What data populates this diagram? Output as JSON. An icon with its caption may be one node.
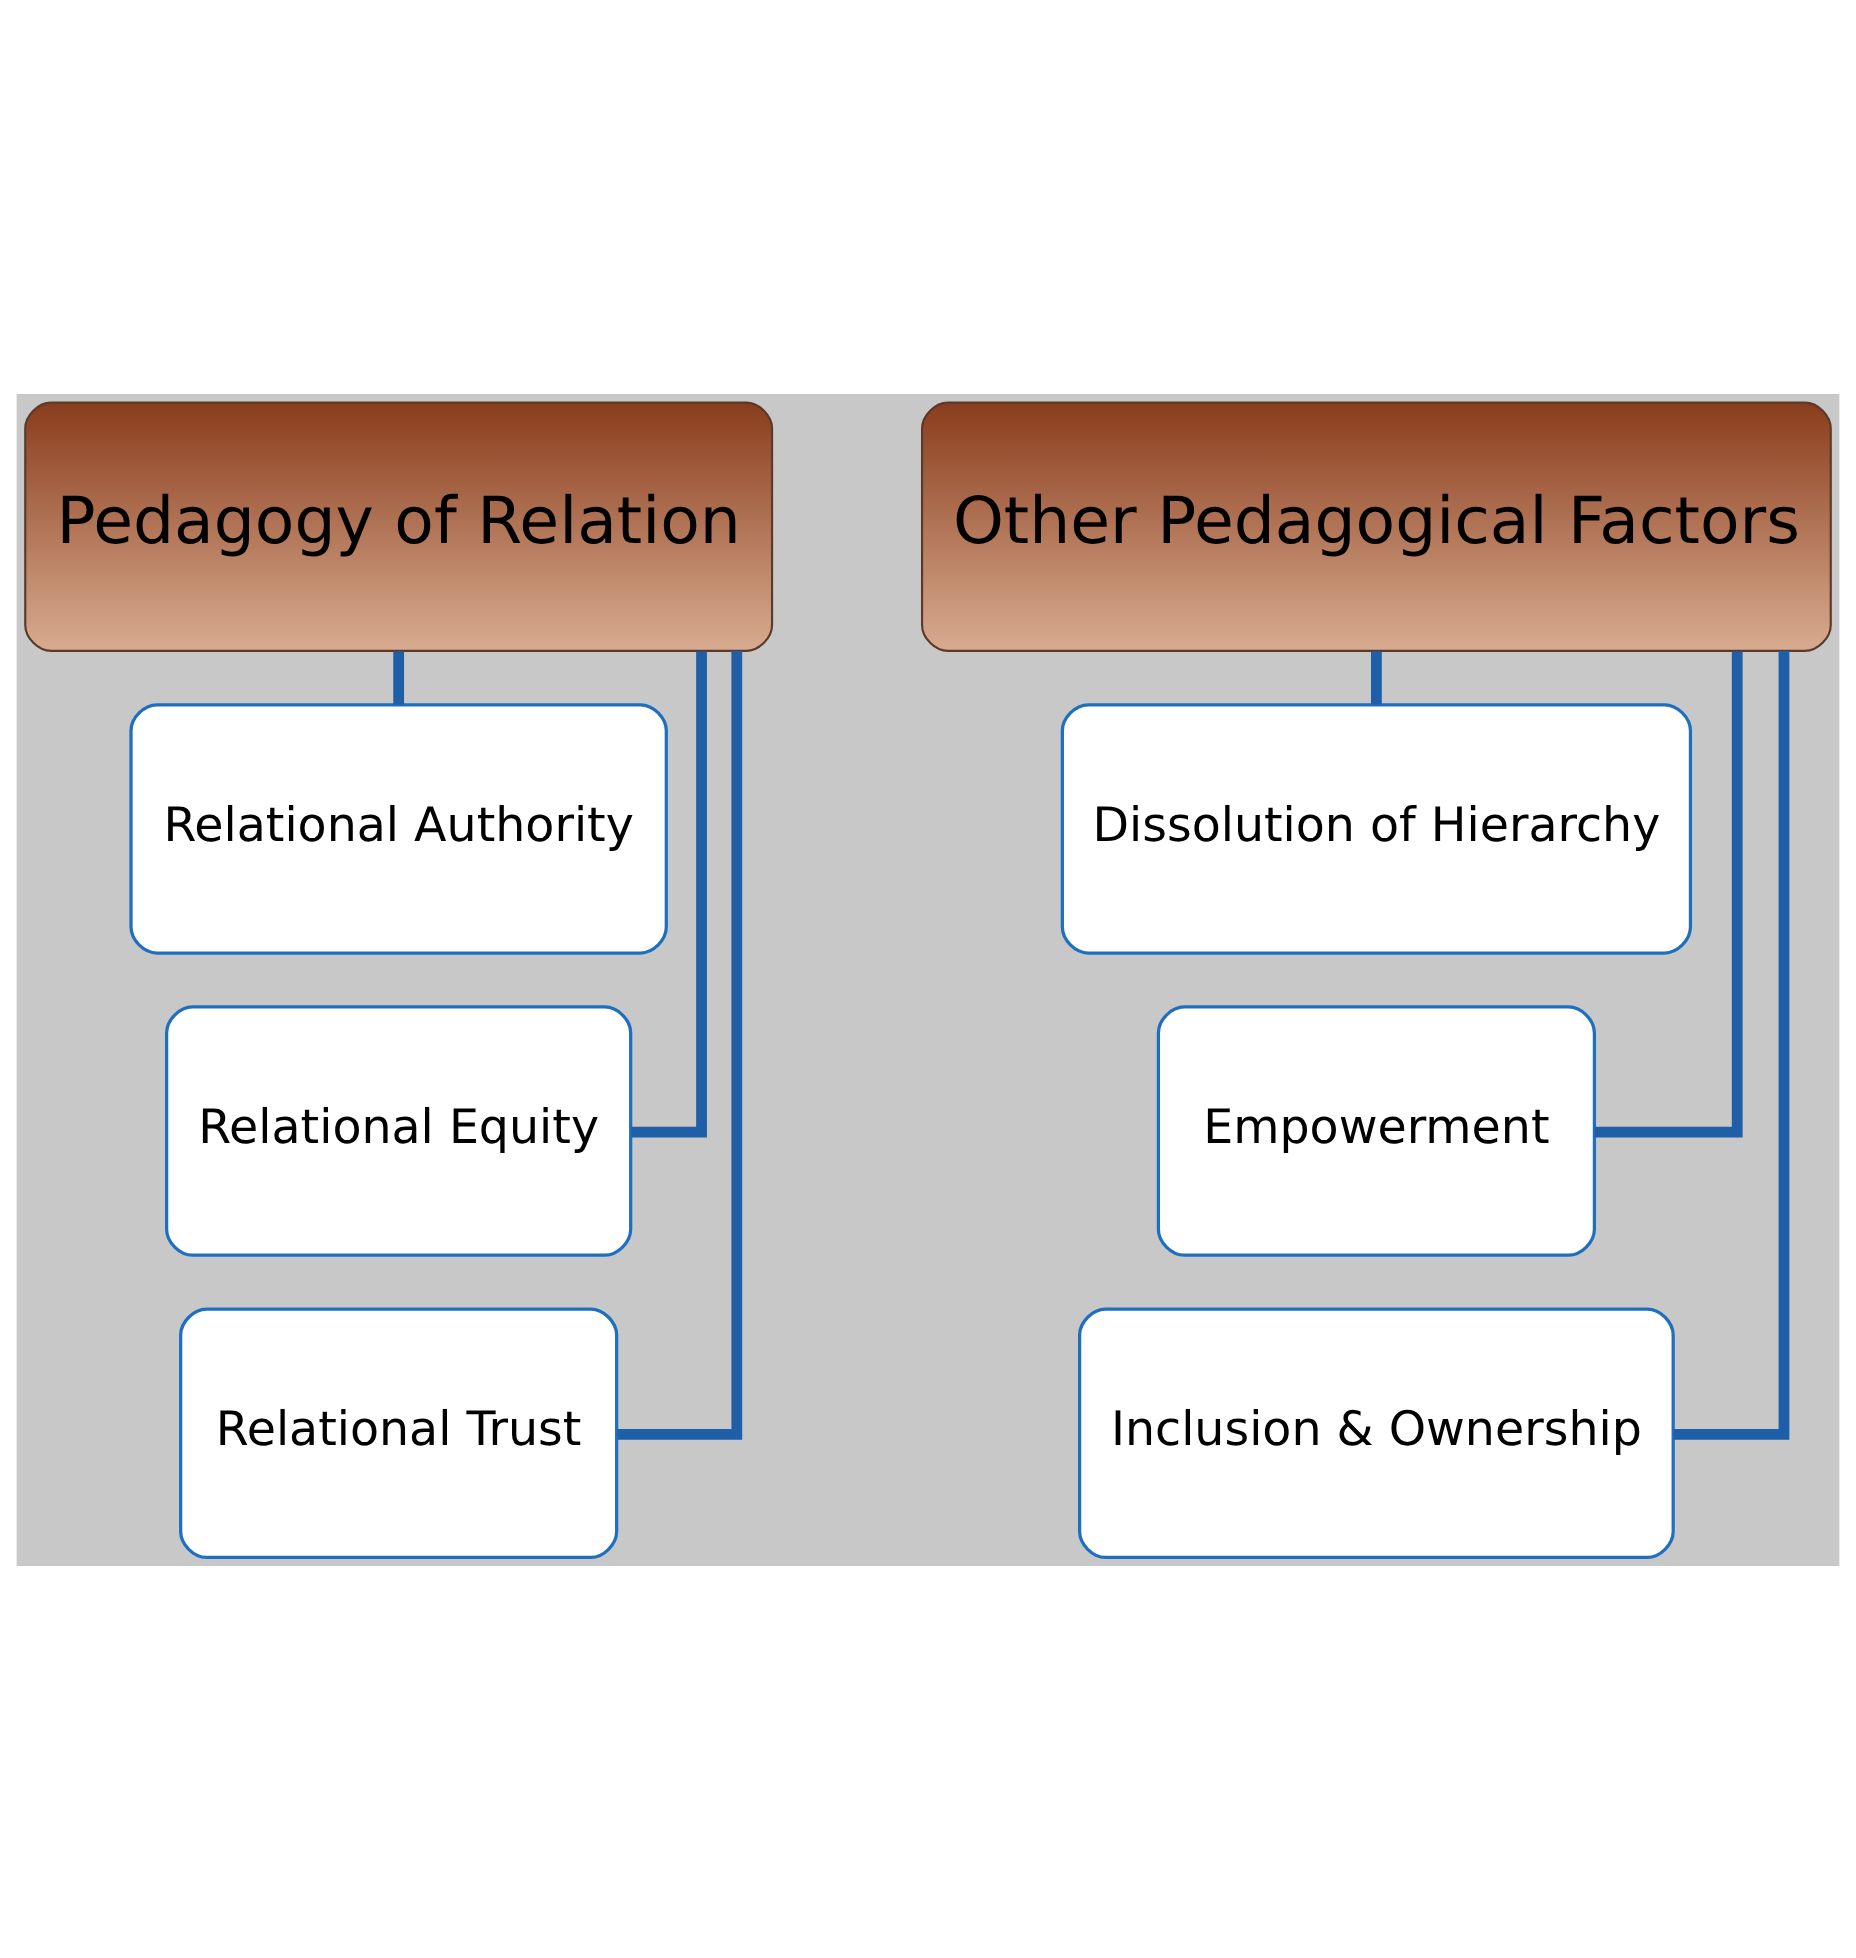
{
  "diagram": {
    "nodes": [
      {
        "text": [
          "Pedagogy of Relation"
        ]
      },
      {
        "text": [
          "Relational Authority"
        ]
      },
      {
        "text": [
          "Relational Equity"
        ]
      },
      {
        "text": [
          "Relational Trust"
        ]
      },
      {
        "text": [
          "Other Pedagogical Factors"
        ]
      },
      {
        "text": [
          "Dissolution of Hierarchy"
        ]
      },
      {
        "text": [
          "Empowerment"
        ]
      },
      {
        "text": [
          "Inclusion & Ownership"
        ]
      }
    ],
    "edges": [
      {
        "from": 0,
        "to": 1,
        "arrow": "none"
      },
      {
        "from": 0,
        "to": 2,
        "arrow": "none"
      },
      {
        "from": 0,
        "to": 3,
        "arrow": "none"
      },
      {
        "from": 4,
        "to": 5,
        "arrow": "none"
      },
      {
        "from": 4,
        "to": 6,
        "arrow": "none"
      },
      {
        "from": 4,
        "to": 7,
        "arrow": "none"
      }
    ]
  }
}
